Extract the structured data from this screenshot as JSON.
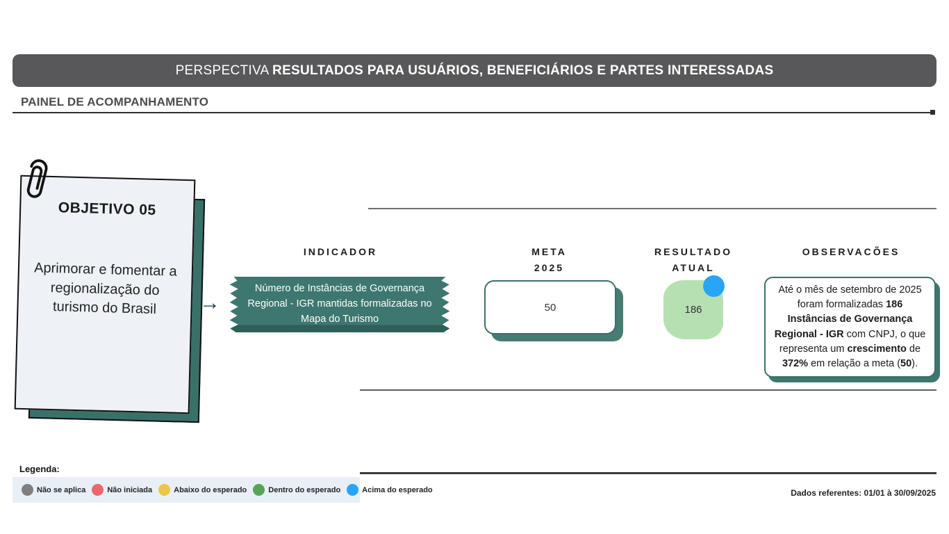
{
  "perspective_bar": {
    "prefix": "PERSPECTIVA ",
    "title": "RESULTADOS PARA USUÁRIOS, BENEFICIÁRIOS E PARTES INTERESSADAS"
  },
  "panel": {
    "title": "PAINEL DE ACOMPANHAMENTO"
  },
  "objective": {
    "label": "OBJETIVO 05",
    "description": "Aprimorar e fomentar a regionalização do turismo do Brasil"
  },
  "columns": {
    "indicator": "INDICADOR",
    "target_line1": "META",
    "target_line2": "2025",
    "result_line1": "RESULTADO",
    "result_line2": "ATUAL",
    "observations": "OBSERVACÕES"
  },
  "indicator": {
    "text": "Número de Instâncias de Governança Regional - IGR mantidas formalizadas no Mapa do Turismo"
  },
  "target": {
    "value": "50"
  },
  "result": {
    "value": "186",
    "status": "Acima do esperado",
    "status_color": "#2aa4f6"
  },
  "observations": {
    "segments": [
      {
        "text": "Até o mês de setembro de 2025 foram formalizadas ",
        "bold": false
      },
      {
        "text": "186 Instâncias de Governança Regional - IGR",
        "bold": true
      },
      {
        "text": " com CNPJ, o que representa um ",
        "bold": false
      },
      {
        "text": "crescimento",
        "bold": true
      },
      {
        "text": " de ",
        "bold": false
      },
      {
        "text": "372%",
        "bold": true
      },
      {
        "text": " em relação a meta (",
        "bold": false
      },
      {
        "text": "50",
        "bold": true
      },
      {
        "text": ").",
        "bold": false
      }
    ]
  },
  "legend": {
    "label": "Legenda:",
    "items": [
      {
        "label": "Não se aplica",
        "color": "#7f7f7f"
      },
      {
        "label": "Não iniciada",
        "color": "#e9686c"
      },
      {
        "label": "Abaixo do esperado",
        "color": "#ecc64a"
      },
      {
        "label": "Dentro do esperado",
        "color": "#56a455"
      },
      {
        "label": "Acima do esperado",
        "color": "#2aa4f6"
      }
    ]
  },
  "footer": {
    "data_reference": "Dados referentes: 01/01 à 30/09/2025"
  },
  "colors": {
    "teal": "#3d776f",
    "teal_dark": "#2e5f58",
    "header_bar": "#58585a",
    "result_fill": "#b7e0b2",
    "status_blue": "#2aa4f6"
  }
}
